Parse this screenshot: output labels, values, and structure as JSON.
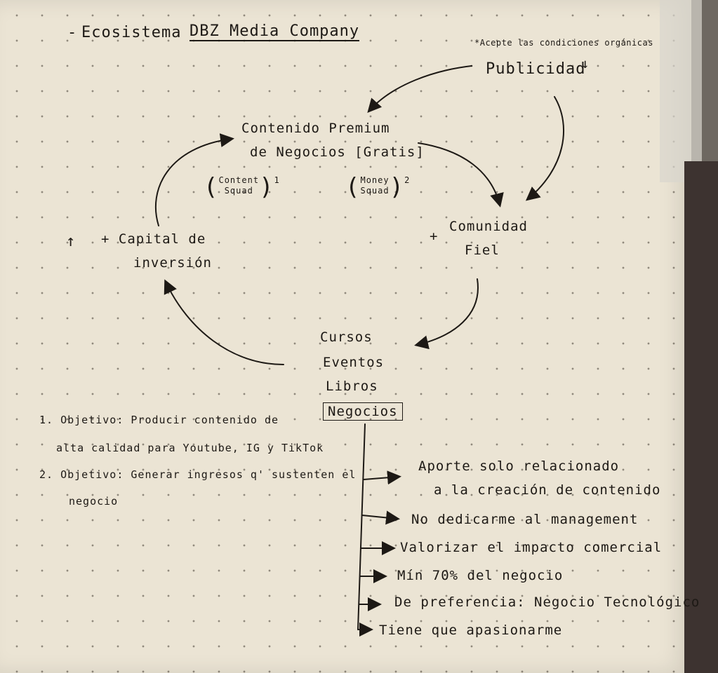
{
  "header": {
    "dash": "-",
    "title_prefix": "Ecosistema",
    "title_brand": "DBZ Media Company"
  },
  "note": {
    "text": "*Acepte las condiciones orgánicas",
    "arrow": "↓"
  },
  "cycle": {
    "publicidad": "Publicidad",
    "contenido_line1": "Contenido Premium",
    "contenido_line2": "de Negocios [Gratis]",
    "content_squad": {
      "line1": "Content",
      "line2": "Squad",
      "exp": "1"
    },
    "money_squad": {
      "line1": "Money",
      "line2": "Squad",
      "exp": "2"
    },
    "comunidad_prefix": "+",
    "comunidad_line1": "Comunidad",
    "comunidad_line2": "Fiel",
    "capital_up": "↑",
    "capital_line1": "+ Capital de",
    "capital_line2": "inversión",
    "products": [
      "Cursos",
      "Eventos",
      "Libros"
    ],
    "negocios": "Negocios"
  },
  "objectives": [
    {
      "line1": "1. Objetivo: Producir contenido de",
      "line2": "alta calidad para Youtube, IG y TikTok"
    },
    {
      "line1": "2. Objetivo: Generar ingresos q' sustenten el",
      "line2": "negocio"
    }
  ],
  "criteria": [
    {
      "line1": "Aporte solo relacionado",
      "line2": "a la creación de contenido"
    },
    {
      "line1": "No dedicarme al management"
    },
    {
      "line1": "Valorizar el impacto comercial"
    },
    {
      "line1": "Mín 70% del negocio"
    },
    {
      "line1": "De preferencia: Negocio Tecnológico"
    },
    {
      "line1": "Tiene que apasionarme"
    }
  ]
}
